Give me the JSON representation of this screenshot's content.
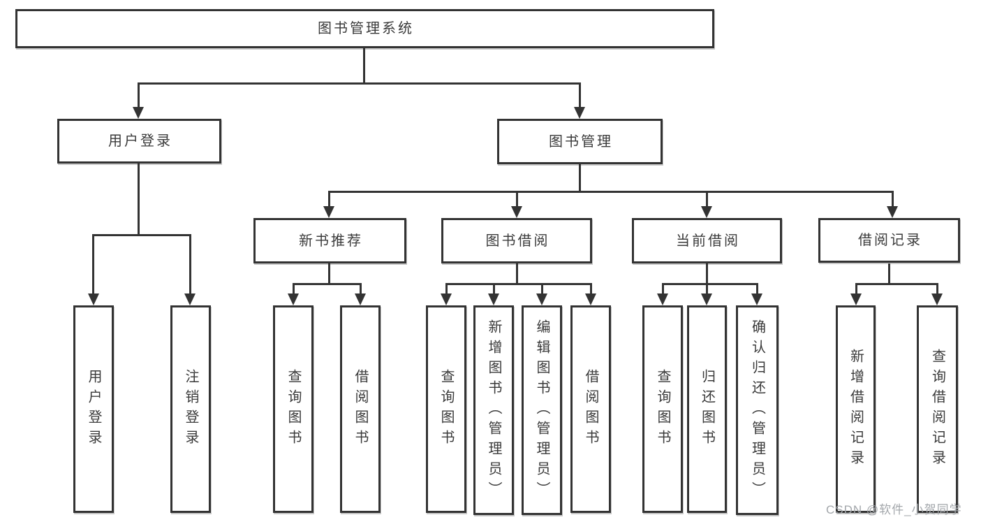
{
  "diagram": {
    "type": "hierarchy-chart",
    "nodes": {
      "root": {
        "label": "图书管理系统"
      },
      "user_login": {
        "label": "用户登录"
      },
      "book_mgmt": {
        "label": "图书管理"
      },
      "new_book_rec": {
        "label": "新书推荐"
      },
      "book_borrow": {
        "label": "图书借阅"
      },
      "current_borrow": {
        "label": "当前借阅"
      },
      "borrow_record": {
        "label": "借阅记录"
      },
      "login": {
        "label": "用户登录"
      },
      "logout": {
        "label": "注销登录"
      },
      "nbr_query_books": {
        "label": "查询图书"
      },
      "nbr_borrow_books": {
        "label": "借阅图书"
      },
      "bb_query_books": {
        "label": "查询图书"
      },
      "bb_add_books_admin": {
        "label": "新增图书（管理员）"
      },
      "bb_edit_books_admin": {
        "label": "编辑图书（管理员）"
      },
      "bb_borrow_books": {
        "label": "借阅图书"
      },
      "cb_query_books": {
        "label": "查询图书"
      },
      "cb_return_books": {
        "label": "归还图书"
      },
      "cb_confirm_return_admin": {
        "label": "确认归还（管理员）"
      },
      "br_add_record": {
        "label": "新增借阅记录"
      },
      "br_query_record": {
        "label": "查询借阅记录"
      }
    },
    "edges": [
      [
        "root",
        "user_login"
      ],
      [
        "root",
        "book_mgmt"
      ],
      [
        "user_login",
        "login"
      ],
      [
        "user_login",
        "logout"
      ],
      [
        "book_mgmt",
        "new_book_rec"
      ],
      [
        "book_mgmt",
        "book_borrow"
      ],
      [
        "book_mgmt",
        "current_borrow"
      ],
      [
        "book_mgmt",
        "borrow_record"
      ],
      [
        "new_book_rec",
        "nbr_query_books"
      ],
      [
        "new_book_rec",
        "nbr_borrow_books"
      ],
      [
        "book_borrow",
        "bb_query_books"
      ],
      [
        "book_borrow",
        "bb_add_books_admin"
      ],
      [
        "book_borrow",
        "bb_edit_books_admin"
      ],
      [
        "book_borrow",
        "bb_borrow_books"
      ],
      [
        "current_borrow",
        "cb_query_books"
      ],
      [
        "current_borrow",
        "cb_return_books"
      ],
      [
        "current_borrow",
        "cb_confirm_return_admin"
      ],
      [
        "borrow_record",
        "br_add_record"
      ],
      [
        "borrow_record",
        "br_query_record"
      ]
    ],
    "colors": {
      "line": "#333333",
      "box_border": "#333333",
      "box_fill": "#ffffff",
      "text": "#3a3a3a",
      "watermark": "#a3a7ab",
      "background": "#ffffff"
    }
  },
  "watermark": {
    "text": "CSDN @软件_小贺同学"
  }
}
